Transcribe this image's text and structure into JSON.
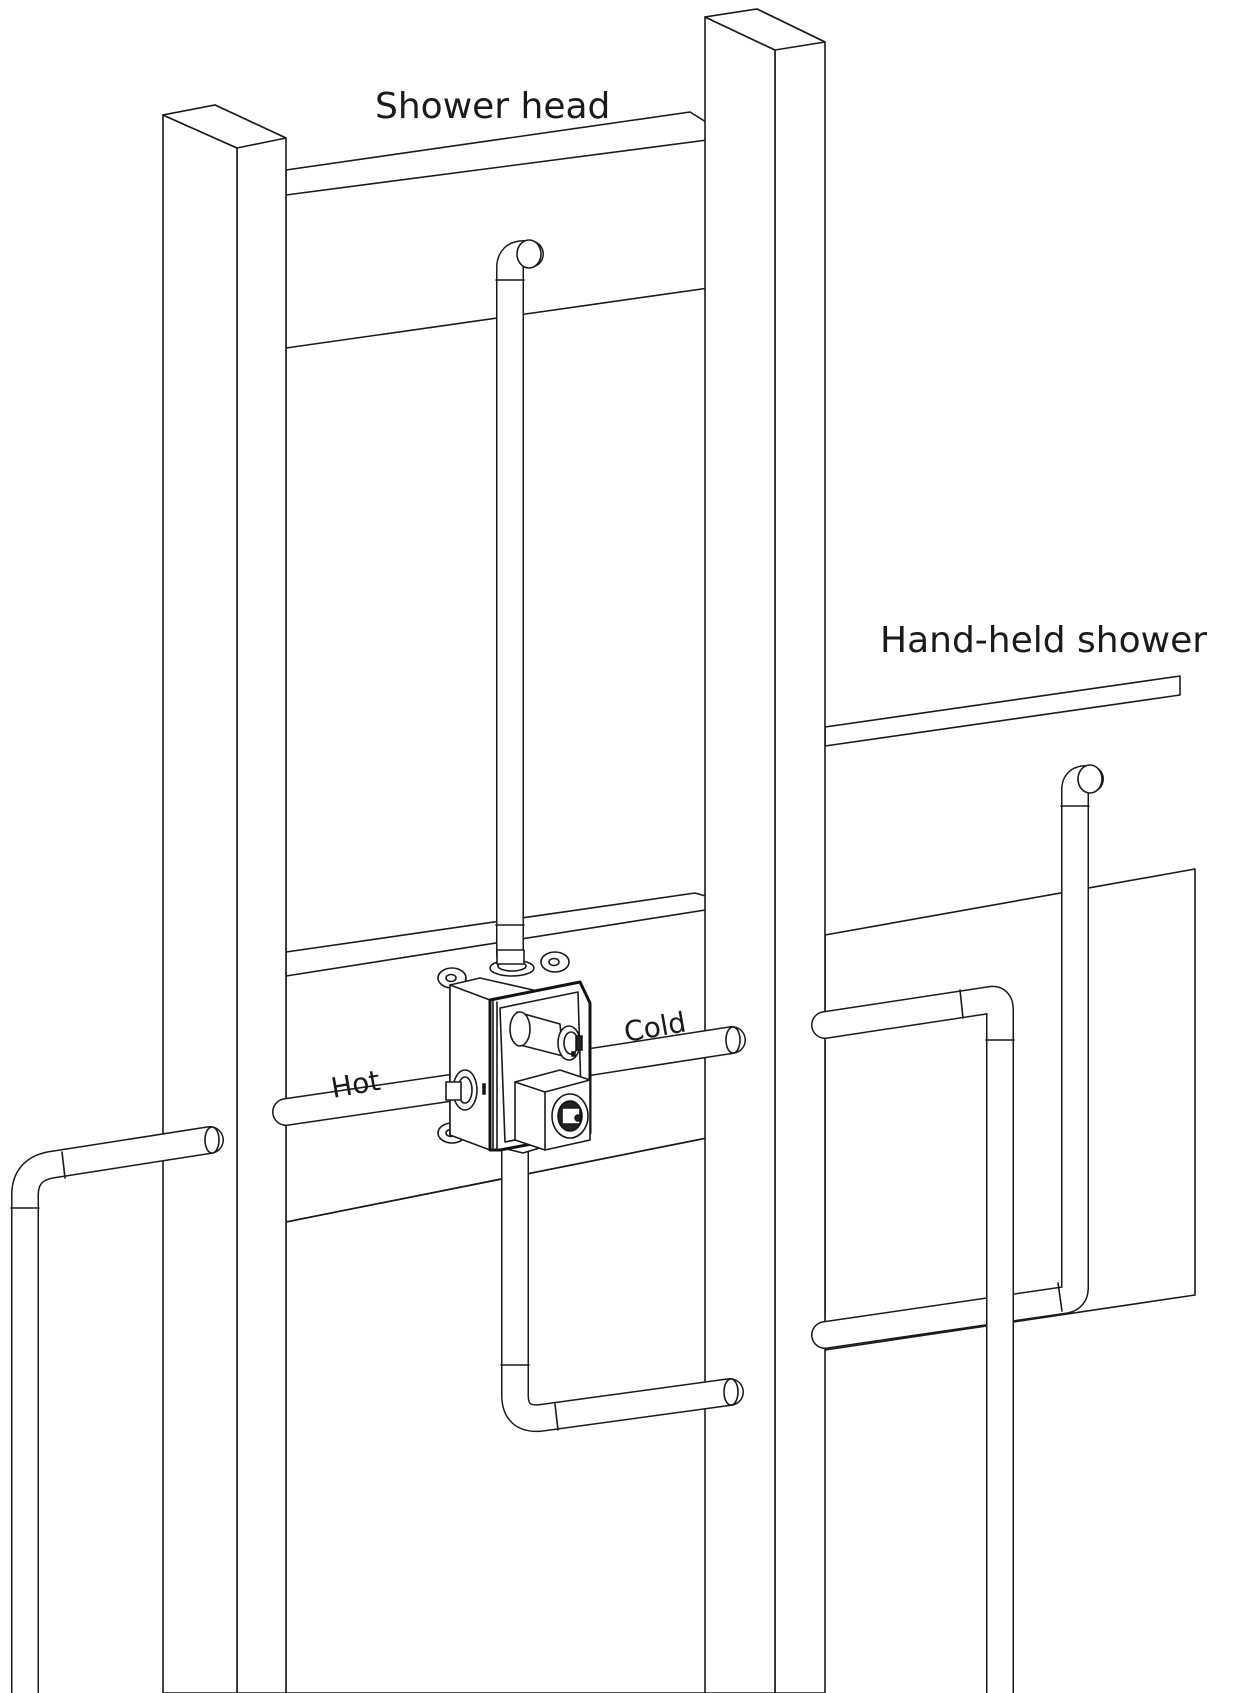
{
  "labels": {
    "shower_head": "Shower head",
    "hand_held_shower": "Hand-held shower",
    "hot": "Hot",
    "cold": "Cold"
  },
  "colors": {
    "line": "#1a1a1a",
    "background": "#ffffff"
  }
}
